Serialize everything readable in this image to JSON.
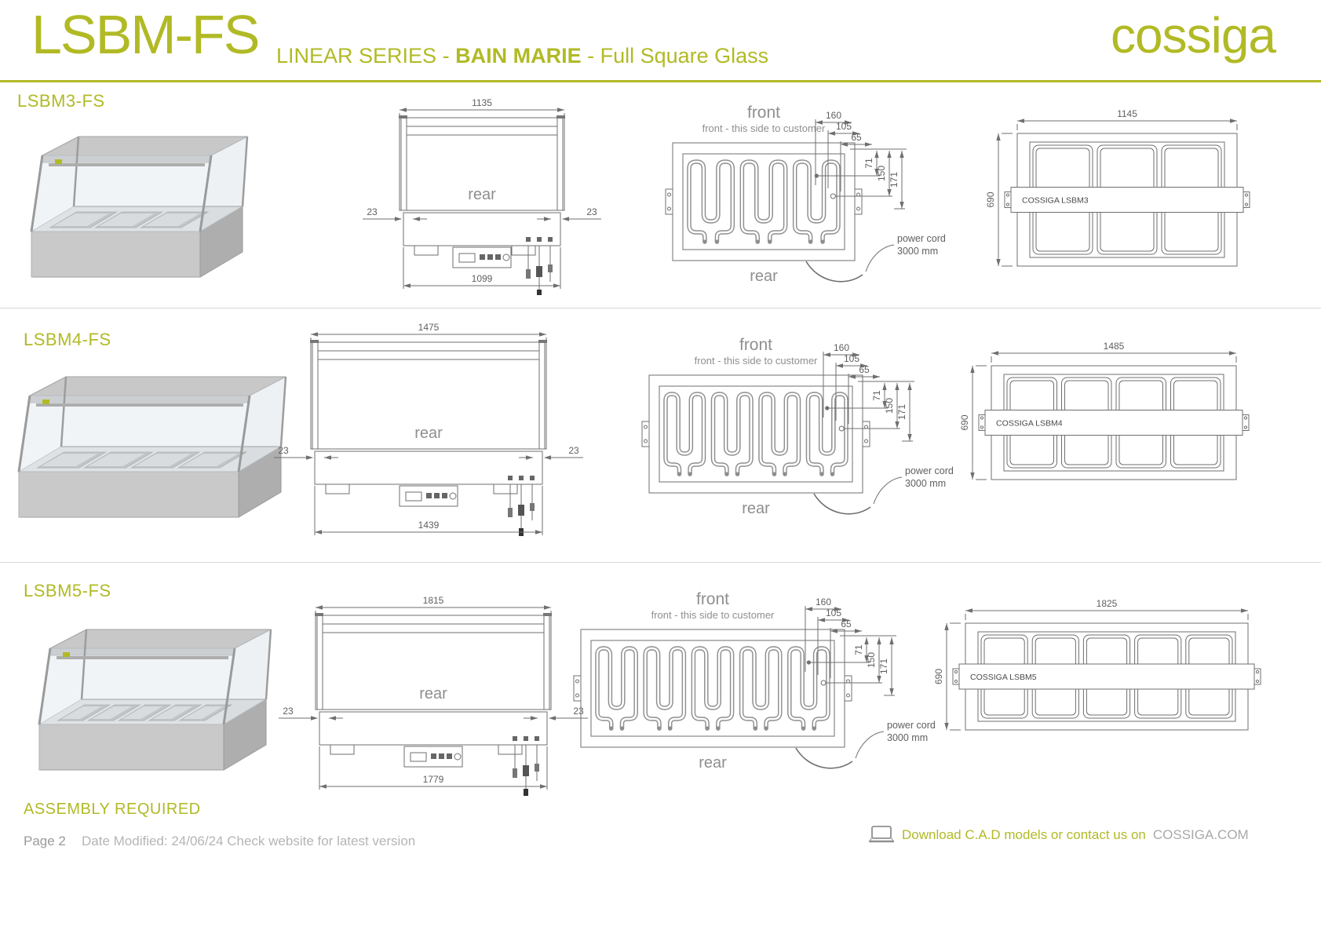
{
  "colors": {
    "brand_olive": "#b1ba25",
    "drawing_gray": "#6f6f6f",
    "view_label_gray": "#8f8f8f",
    "footer_gray": "#a9a9a9"
  },
  "header": {
    "title": "LSBM-FS",
    "subtitle_prefix": "LINEAR SERIES - ",
    "subtitle_bold": "BAIN MARIE",
    "subtitle_suffix": " - Full Square Glass",
    "logo": "cossiga"
  },
  "products": [
    {
      "label": "LSBM3-FS",
      "model_banner": "COSSIGA LSBM3",
      "pan_columns": 3,
      "pan_rows": 2,
      "heating_elements": 3,
      "elevation": {
        "view_label": "rear",
        "top_width_mm": "1135",
        "bottom_width_mm": "1099",
        "left_overhang_mm": "23",
        "right_overhang_mm": "23"
      },
      "heating": {
        "front_label": "front",
        "front_note": "front - this side to customer",
        "rear_label": "rear",
        "dim_160": "160",
        "dim_105": "105",
        "dim_65": "65",
        "dim_71": "71",
        "dim_150": "150",
        "dim_171": "171",
        "power_cord_line1": "power cord",
        "power_cord_line2": "3000 mm"
      },
      "plan": {
        "width_mm": "1145",
        "depth_mm": "690"
      }
    },
    {
      "label": "LSBM4-FS",
      "model_banner": "COSSIGA LSBM4",
      "pan_columns": 4,
      "pan_rows": 2,
      "heating_elements": 4,
      "elevation": {
        "view_label": "rear",
        "top_width_mm": "1475",
        "bottom_width_mm": "1439",
        "left_overhang_mm": "23",
        "right_overhang_mm": "23"
      },
      "heating": {
        "front_label": "front",
        "front_note": "front - this side to customer",
        "rear_label": "rear",
        "dim_160": "160",
        "dim_105": "105",
        "dim_65": "65",
        "dim_71": "71",
        "dim_150": "150",
        "dim_171": "171",
        "power_cord_line1": "power cord",
        "power_cord_line2": "3000 mm"
      },
      "plan": {
        "width_mm": "1485",
        "depth_mm": "690"
      }
    },
    {
      "label": "LSBM5-FS",
      "model_banner": "COSSIGA LSBM5",
      "pan_columns": 5,
      "pan_rows": 2,
      "heating_elements": 5,
      "elevation": {
        "view_label": "rear",
        "top_width_mm": "1815",
        "bottom_width_mm": "1779",
        "left_overhang_mm": "23",
        "right_overhang_mm": "23"
      },
      "heating": {
        "front_label": "front",
        "front_note": "front - this side to customer",
        "rear_label": "rear",
        "dim_160": "160",
        "dim_105": "105",
        "dim_65": "65",
        "dim_71": "71",
        "dim_150": "150",
        "dim_171": "171",
        "power_cord_line1": "power cord",
        "power_cord_line2": "3000 mm"
      },
      "plan": {
        "width_mm": "1825",
        "depth_mm": "690"
      }
    }
  ],
  "footer": {
    "assembly_note": "ASSEMBLY REQUIRED",
    "page": "Page 2",
    "date_modified": "Date Modified: 24/06/24 Check website for latest version",
    "download_text": "Download C.A.D models or contact us on",
    "download_site": "COSSIGA.COM",
    "download_icon": "laptop-icon"
  }
}
